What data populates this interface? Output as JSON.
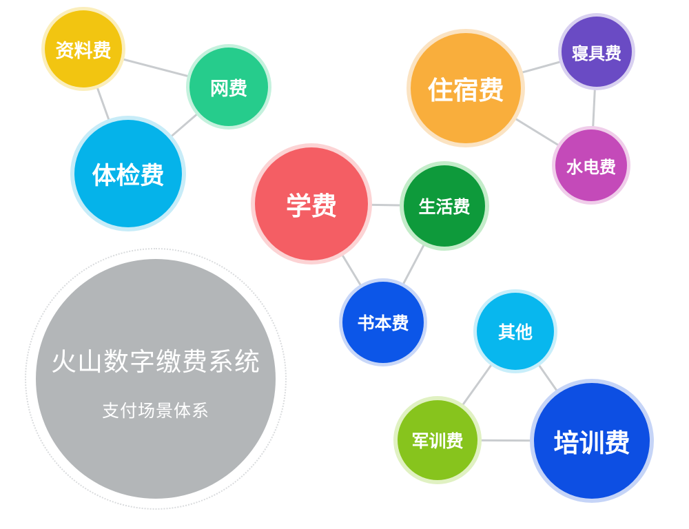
{
  "center": {
    "title": "火山数字缴费系统",
    "subtitle": "支付场景体系"
  },
  "nodes": [
    {
      "id": "ziliao",
      "label": "资料费",
      "color": "#f2c511",
      "ring": "#fbeebb"
    },
    {
      "id": "wang",
      "label": "网费",
      "color": "#26cc8c",
      "ring": "#c4f1dd"
    },
    {
      "id": "tijian",
      "label": "体检费",
      "color": "#05b3ea",
      "ring": "#c7ecf8"
    },
    {
      "id": "zhusu",
      "label": "住宿费",
      "color": "#f9ae3c",
      "ring": "#fbe3c2"
    },
    {
      "id": "qinju",
      "label": "寝具费",
      "color": "#6a4bc4",
      "ring": "#d8d0f0"
    },
    {
      "id": "shuidian",
      "label": "水电费",
      "color": "#c44ab9",
      "ring": "#f0cdea"
    },
    {
      "id": "xue",
      "label": "学费",
      "color": "#f45e64",
      "ring": "#fcd3d4"
    },
    {
      "id": "shenghuo",
      "label": "生活费",
      "color": "#0e9a3b",
      "ring": "#c3ecc9"
    },
    {
      "id": "shuben",
      "label": "书本费",
      "color": "#0c56e8",
      "ring": "#c8d7f8"
    },
    {
      "id": "qita",
      "label": "其他",
      "color": "#08b7ee",
      "ring": "#c8eefa"
    },
    {
      "id": "junxun",
      "label": "军训费",
      "color": "#87c41d",
      "ring": "#e0f1c2"
    },
    {
      "id": "peixun",
      "label": "培训费",
      "color": "#0d4fe3",
      "ring": "#c5d4f7"
    }
  ],
  "links": [
    [
      "ziliao",
      "wang"
    ],
    [
      "ziliao",
      "tijian"
    ],
    [
      "wang",
      "tijian"
    ],
    [
      "zhusu",
      "qinju"
    ],
    [
      "zhusu",
      "shuidian"
    ],
    [
      "qinju",
      "shuidian"
    ],
    [
      "xue",
      "shenghuo"
    ],
    [
      "xue",
      "shuben"
    ],
    [
      "shenghuo",
      "shuben"
    ],
    [
      "qita",
      "junxun"
    ],
    [
      "qita",
      "peixun"
    ],
    [
      "junxun",
      "peixun"
    ]
  ],
  "link_color": "#c9cccf"
}
